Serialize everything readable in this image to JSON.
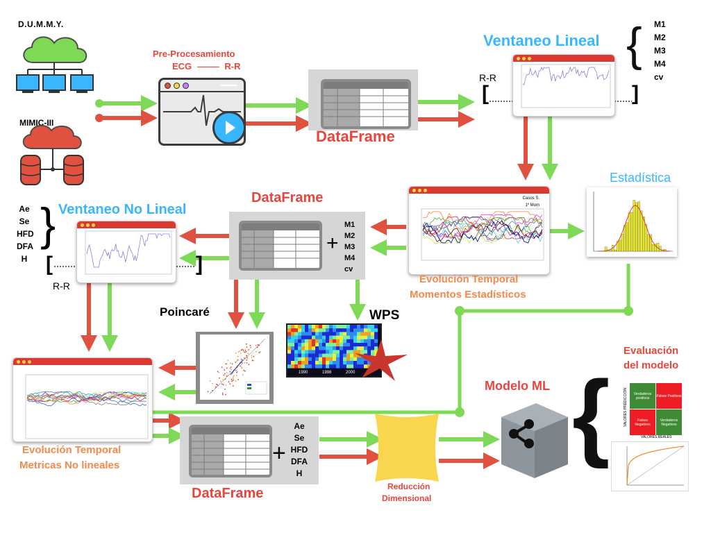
{
  "sources": {
    "dummy": "D.U.M.M.Y.",
    "mimic": "MIMIC-III"
  },
  "preprocessing": {
    "line1": "Pre-Procesamiento",
    "line2_left": "ECG",
    "line2_right": "R-R"
  },
  "dataframe_labels": {
    "top": "DataFrame",
    "middle": "DataFrame",
    "bottom": "DataFrame"
  },
  "ventaneo_lineal": {
    "title": "Ventaneo Lineal",
    "rr": "R-R",
    "brace_items": [
      "M1",
      "M2",
      "M3",
      "M4",
      "cv"
    ]
  },
  "estadistica": {
    "title": "Estadística"
  },
  "ventaneo_no_lineal": {
    "title": "Ventaneo No Lineal",
    "rr": "R-R",
    "brace_items": [
      "Ae",
      "Se",
      "HFD",
      "DFA",
      "H"
    ]
  },
  "middle_plus_items": [
    "M1",
    "M2",
    "M3",
    "M4",
    "cv"
  ],
  "bottom_plus_items": [
    "Ae",
    "Se",
    "HFD",
    "DFA",
    "H"
  ],
  "evolucion_momentos": {
    "line1": "Evolución Temporal",
    "line2": "Momentos Estadísticos",
    "chart_header1": "Casos S.",
    "chart_header2": "1º Mom"
  },
  "evolucion_metricas": {
    "line1": "Evolución Temporal",
    "line2": "Metricas No lineales"
  },
  "poincare": {
    "title": "Poincaré"
  },
  "wps": {
    "title": "WPS",
    "ticks": [
      "1990",
      "1998",
      "2000"
    ]
  },
  "reduccion": {
    "line1": "Reducción",
    "line2": "Dimensional"
  },
  "modelo": {
    "title": "Modelo ML"
  },
  "evaluacion": {
    "line1": "Evaluación",
    "line2": "del modelo",
    "axis_y": "VALORES PREDICCIÓN",
    "axis_x": "VALORES REALES",
    "cells": [
      "Verdaderos positivos",
      "Falsos Positivos",
      "Falsos Negativos",
      "Verdaderos Negativos"
    ]
  },
  "colors": {
    "green": "#7ed957",
    "red": "#e0513f",
    "orange": "#f4894b",
    "blue": "#38b6ff",
    "title_red": "#e8453c"
  },
  "icons": [
    "cloud-network-icon",
    "database-cloud-icon",
    "ecg-monitor-icon",
    "play-icon",
    "share-icon"
  ]
}
